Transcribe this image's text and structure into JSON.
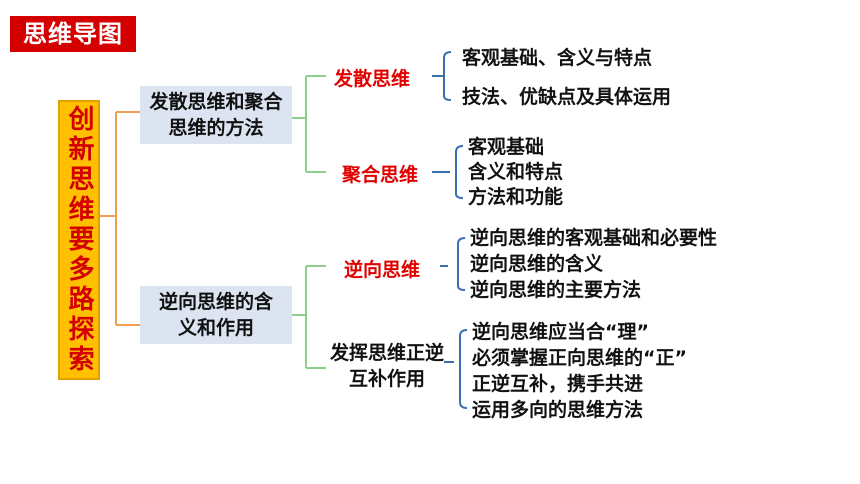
{
  "title": "思维导图",
  "root": "创新思维要多路探索",
  "colors": {
    "title_bg": "#d40000",
    "root_bg": "#ffc000",
    "root_text": "#d40000",
    "category_bg": "#dce4f1",
    "sub_red": "#e00000",
    "connector_orange": "#f0a050",
    "connector_green": "#8bd08b",
    "connector_blue": "#3a6fb0"
  },
  "branches": [
    {
      "label": "发散思维和聚合思维的方法",
      "children": [
        {
          "label": "发散思维",
          "leaves": [
            "客观基础、含义与特点",
            "技法、优缺点及具体运用"
          ]
        },
        {
          "label": "聚合思维",
          "leaves": [
            "客观基础",
            "含义和特点",
            "方法和功能"
          ]
        }
      ]
    },
    {
      "label": "逆向思维的含义和作用",
      "children": [
        {
          "label": "逆向思维",
          "leaves": [
            "逆向思维的客观基础和必要性",
            "逆向思维的含义",
            "逆向思维的主要方法"
          ]
        },
        {
          "label": "发挥思维正逆互补作用",
          "leaves": [
            "逆向思维应当合“理”",
            "必须掌握正向思维的“正”",
            "正逆互补，携手共进",
            "运用多向的思维方法"
          ]
        }
      ]
    }
  ]
}
